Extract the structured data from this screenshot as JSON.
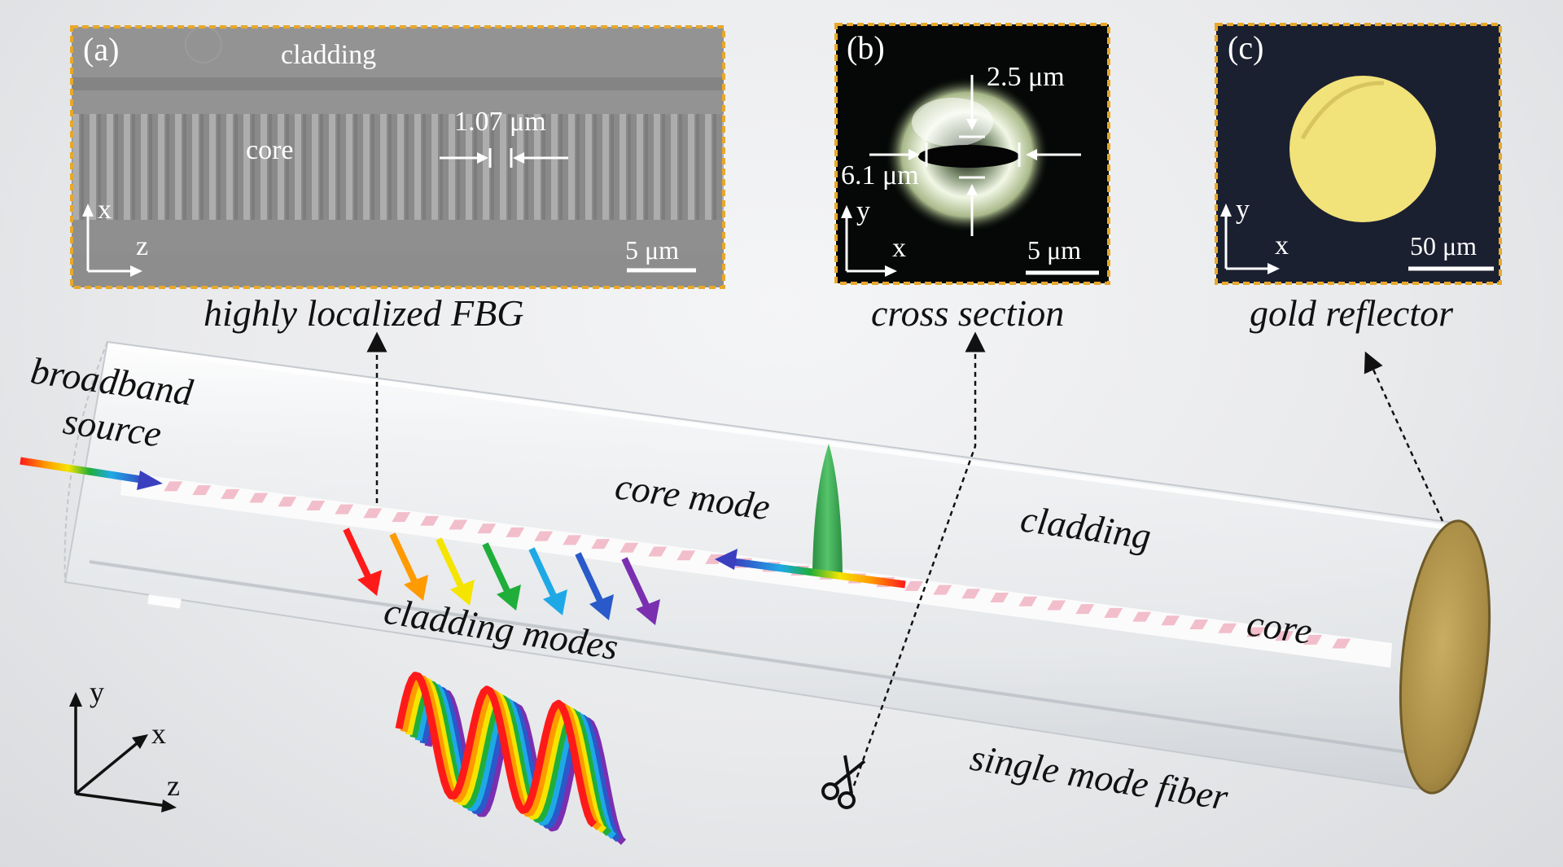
{
  "panels": {
    "a": {
      "letter": "(a)",
      "cladding": "cladding",
      "core": "core",
      "period": "1.07 μm",
      "axis_vertical": "x",
      "axis_horizontal": "z",
      "scale_bar": "5 μm",
      "caption": "highly localized FBG"
    },
    "b": {
      "letter": "(b)",
      "height_dim": "2.5 μm",
      "width_dim": "6.1 μm",
      "axis_vertical": "y",
      "axis_horizontal": "x",
      "scale_bar": "5 μm",
      "caption": "cross section"
    },
    "c": {
      "letter": "(c)",
      "axis_vertical": "y",
      "axis_horizontal": "x",
      "scale_bar": "50 μm",
      "caption": "gold reflector"
    }
  },
  "labels": {
    "broadband_line1": "broadband",
    "broadband_line2": "source",
    "core_mode": "core mode",
    "cladding": "cladding",
    "core": "core",
    "cladding_modes": "cladding modes",
    "single_mode_fiber": "single mode fiber"
  },
  "axes3d": {
    "y": "y",
    "x": "x",
    "z": "z"
  },
  "colors": {
    "panel_border": "#e8a82a",
    "gold": "#b69a52",
    "grating_marks": "#f2b8c6",
    "mode_lobe": "#3fb15a",
    "rainbow": [
      "#ff1a1a",
      "#ff9a00",
      "#f5e400",
      "#1fae3a",
      "#1ea9e6",
      "#2a59c9",
      "#7a2fb0"
    ]
  }
}
